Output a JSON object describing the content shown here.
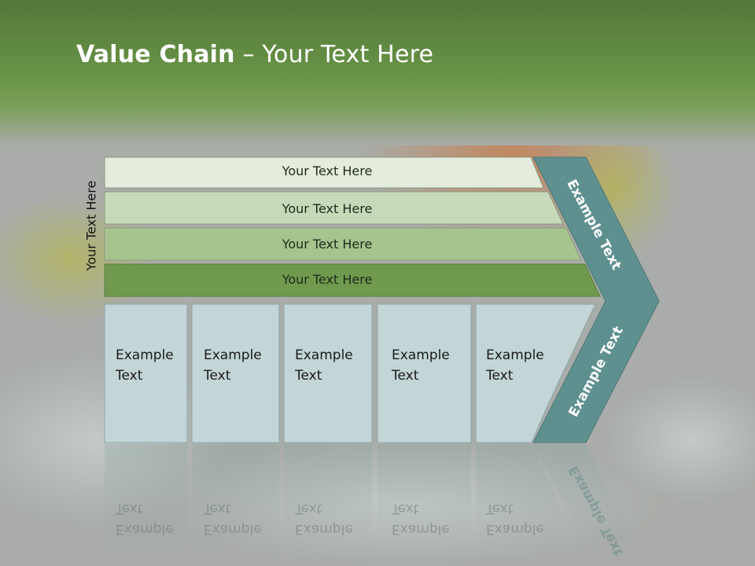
{
  "title": {
    "bold": "Value Chain",
    "rest": " – Your Text Here"
  },
  "side_label": "Your Text Here",
  "rows": [
    {
      "label": "Your Text Here",
      "fill": "#e4ecdd"
    },
    {
      "label": "Your Text Here",
      "fill": "#c7d9b8"
    },
    {
      "label": "Your Text Here",
      "fill": "#a6c48e"
    },
    {
      "label": "Your Text Here",
      "fill": "#6f9a4e"
    }
  ],
  "boxes": [
    {
      "line1": "Example",
      "line2": "Text"
    },
    {
      "line1": "Example",
      "line2": "Text"
    },
    {
      "line1": "Example",
      "line2": "Text"
    },
    {
      "line1": "Example",
      "line2": "Text"
    },
    {
      "line1": "Example",
      "line2": "Text"
    }
  ],
  "chevron": {
    "upper": "Example Text",
    "lower": "Example Text",
    "fill": "#5f9090"
  },
  "colors": {
    "header": "#6a9647",
    "box_fill": "#c3d5d6",
    "background": "#a9aca8"
  }
}
